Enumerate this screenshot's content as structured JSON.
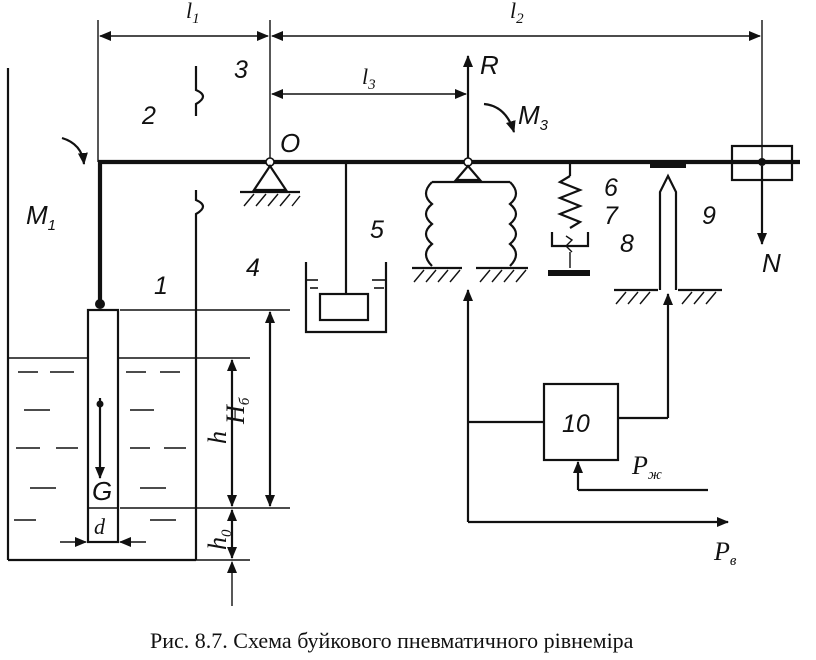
{
  "caption": "Рис. 8.7. Схема буйкового пневматичного  рівнеміра",
  "dimensions": {
    "l1": "l",
    "l1_sub": "1",
    "l2": "l",
    "l2_sub": "2",
    "l3": "l",
    "l3_sub": "3",
    "Hb": "H",
    "Hb_sub": "б",
    "h": "h",
    "h0": "h",
    "h0_sub": "0",
    "d": "d"
  },
  "forces": {
    "R": "R",
    "N": "N",
    "G": "G",
    "M1": "M",
    "M1_sub": "1",
    "M3": "M",
    "M3_sub": "3",
    "pivot": "O"
  },
  "parts": {
    "p1": "1",
    "p2": "2",
    "p3": "3",
    "p4": "4",
    "p5": "5",
    "p6": "6",
    "p7": "7",
    "p8": "8",
    "p9": "9",
    "p10": "10"
  },
  "pressures": {
    "liquid": "P",
    "liquid_sub": "ж",
    "air": "P",
    "air_sub": "в"
  }
}
